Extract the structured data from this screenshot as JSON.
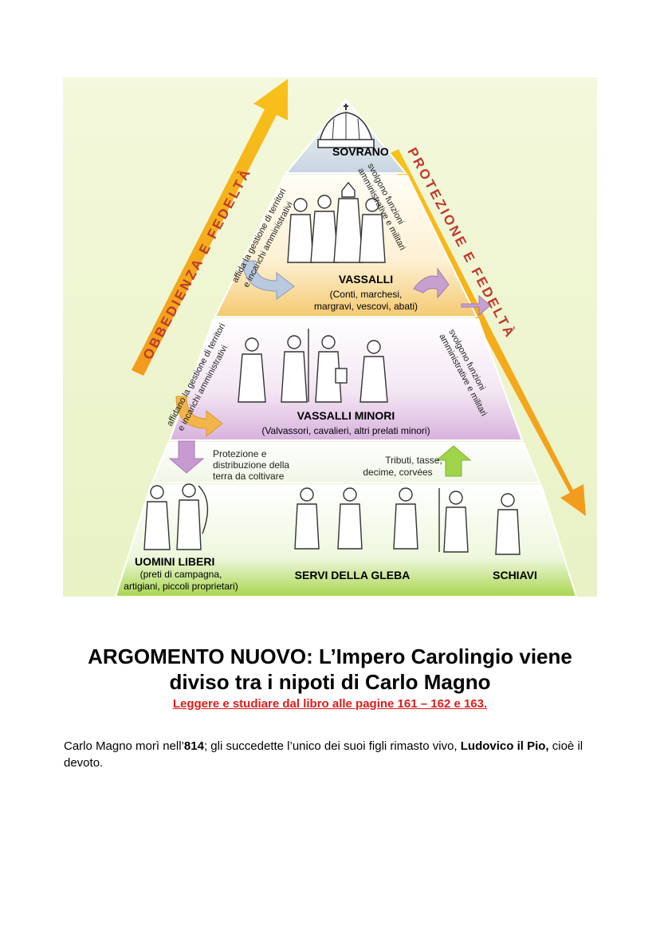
{
  "diagram": {
    "left_arrow_label": "OBBEDIENZA E FEDELTÀ",
    "right_arrow_label": "PROTEZIONE E FEDELTÀ",
    "tiers": {
      "sovrano": {
        "title": "SOVRANO"
      },
      "vassalli": {
        "title": "VASSALLI",
        "detail_line1": "(Conti, marchesi,",
        "detail_line2": "margravi, vescovi, abati)"
      },
      "vassalli_minori": {
        "title": "VASSALLI MINORI",
        "detail": "(Valvassori, cavalieri, altri prelati minori)"
      },
      "uomini_liberi": {
        "title": "UOMINI LIBERI",
        "detail_line1": "(preti di campagna,",
        "detail_line2": "artigiani, piccoli proprietari)"
      },
      "servi": {
        "title": "SERVI DELLA GLEBA"
      },
      "schiavi": {
        "title": "SCHIAVI"
      }
    },
    "annotations": {
      "affidano_1_line1": "affida la gestione di territori",
      "affidano_1_line2": "e incarichi amministrativi",
      "svolgono_1_line1": "svolgono funzioni",
      "svolgono_1_line2": "amministrative e militari",
      "affidano_2_line1": "affidano la gestione di territori",
      "affidano_2_line2": "e incarichi amministrativi",
      "svolgono_2_line1": "svolgono funzioni",
      "svolgono_2_line2": "amministrative e militari",
      "protezione_line1": "Protezione e",
      "protezione_line2": "distribuzione della",
      "protezione_line3": "terra da coltivare",
      "tributi_line1": "Tributi, tasse,",
      "tributi_line2": "decime, corvées"
    },
    "colors": {
      "obedience_arrow": "#f6a21e",
      "protection_arrow": "#f6a21e",
      "tier_vassalli_band": "#f5c971",
      "tier_minori_band": "#d8b2dd",
      "tier_base_band": "#b2dc5a",
      "background": "#eef5d0"
    }
  },
  "heading": {
    "line1": "ARGOMENTO NUOVO: L’Impero Carolingio viene",
    "line2": "diviso tra i nipoti di Carlo Magno"
  },
  "subheading": "Leggere e studiare dal libro alle pagine 161 – 162 e 163.",
  "body": {
    "part1": "Carlo Magno morì nell’",
    "year": "814",
    "part2": "; gli succedette l’unico dei suoi figli rimasto vivo, ",
    "name": "Ludovico il Pio,",
    "part3": " cioè il devoto."
  }
}
